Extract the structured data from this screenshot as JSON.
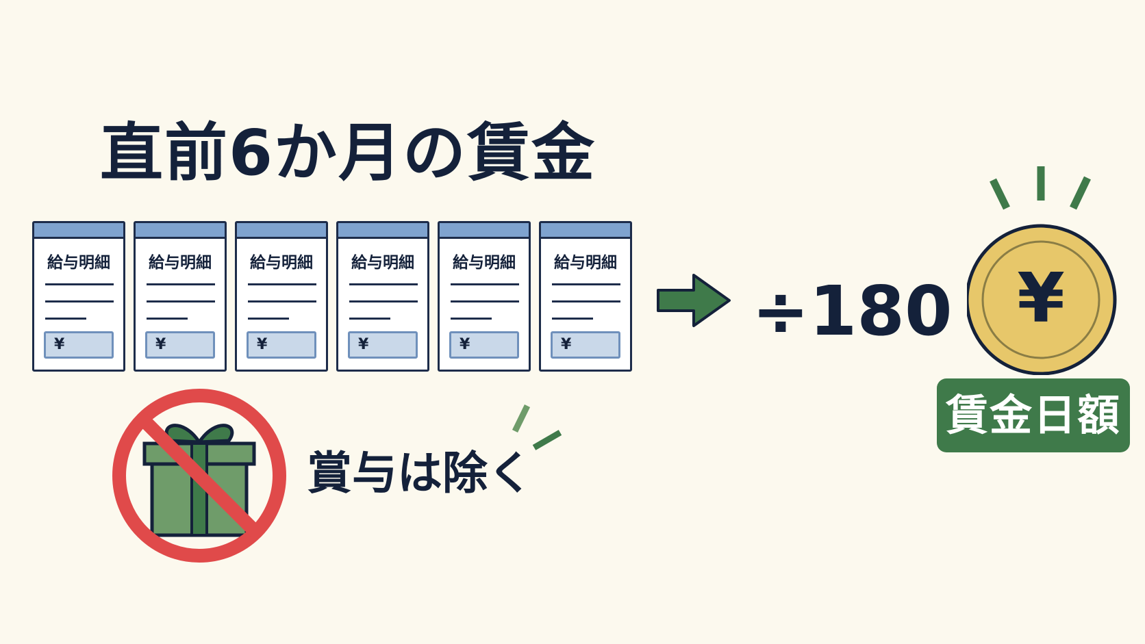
{
  "title": "直前6か月の賃金",
  "payslip": {
    "label": "給与明細",
    "currency_symbol": "¥",
    "count": 6,
    "header_color": "#7fa3cf",
    "amount_box_color": "#c9d8e9"
  },
  "calculation": {
    "divisor_text": "÷180",
    "arrow_color": "#3f7a4a"
  },
  "result": {
    "label": "賃金日額",
    "coin_symbol": "¥",
    "coin_color": "#e7c76a",
    "label_bg_color": "#3f7a4a"
  },
  "exclusion": {
    "text": "賞与は除く",
    "icon": "gift-icon",
    "prohibit_color": "#e04a4a",
    "gift_color": "#6f9c6a"
  }
}
